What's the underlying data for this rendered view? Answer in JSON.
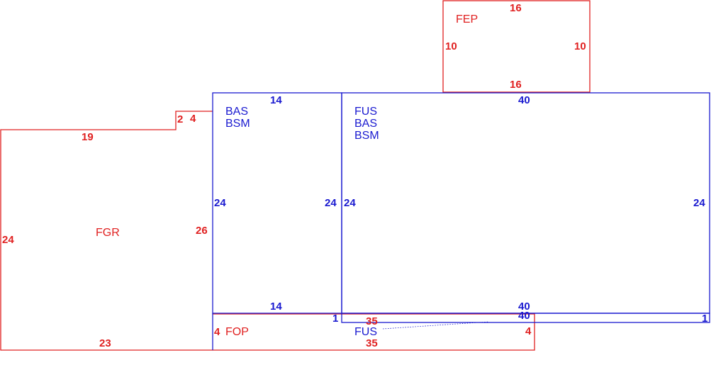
{
  "colors": {
    "red": "#e02020",
    "blue": "#1a1ad0"
  },
  "areas": {
    "fep": {
      "code": "FEP",
      "top": "16",
      "left": "10",
      "right": "10",
      "bottom": "16"
    },
    "fgr": {
      "code": "FGR",
      "top": "19",
      "left": "24",
      "right": "26",
      "bottom": "23",
      "step_w": "2",
      "step_h": "4"
    },
    "bas_small": {
      "codes": [
        "BAS",
        "BSM"
      ],
      "top": "14",
      "left": "24",
      "right": "24",
      "bottom": "14"
    },
    "main": {
      "codes": [
        "FUS",
        "BAS",
        "BSM"
      ],
      "top": "40",
      "left": "24",
      "right": "24",
      "bottom": "40"
    },
    "fus_strip": {
      "code": "FUS",
      "top": "40",
      "left": "1",
      "right": "1"
    },
    "fop": {
      "code": "FOP",
      "top": "35",
      "left": "4",
      "right": "4",
      "bottom": "35"
    }
  }
}
